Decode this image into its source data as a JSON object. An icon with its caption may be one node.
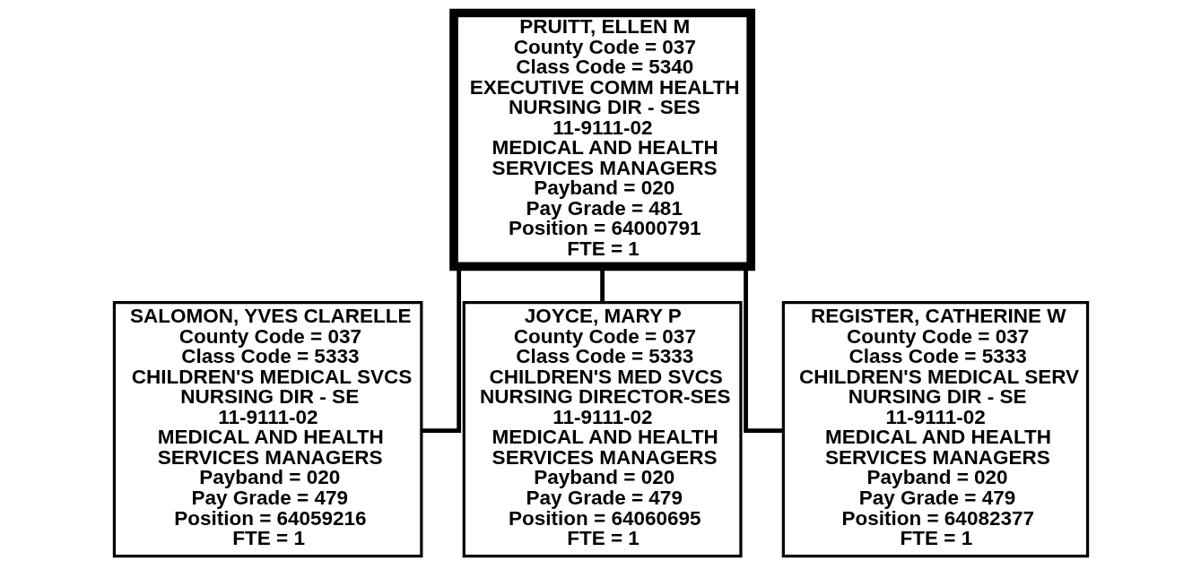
{
  "diagram": {
    "nodes": [
      {
        "text": [
          "PRUITT, ELLEN M",
          "County Code = 037",
          "Class Code = 5340",
          "EXECUTIVE COMM HEALTH NURSING DIR - SES",
          "11-9111-02",
          "MEDICAL AND HEALTH SERVICES MANAGERS",
          "Payband = 020",
          "Pay Grade = 481",
          "Position = 64000791",
          "FTE = 1"
        ]
      },
      {
        "text": [
          "SALOMON, YVES CLARELLE",
          "County Code = 037",
          "Class Code = 5333",
          "CHILDREN'S MEDICAL SVCS NURSING DIR - SE",
          "11-9111-02",
          "MEDICAL AND HEALTH SERVICES MANAGERS",
          "Payband = 020",
          "Pay Grade = 479",
          "Position = 64059216",
          "FTE = 1"
        ]
      },
      {
        "text": [
          "JOYCE, MARY P",
          "County Code = 037",
          "Class Code = 5333",
          "CHILDREN'S MED SVCS NURSING DIRECTOR-SES",
          "11-9111-02",
          "MEDICAL AND HEALTH SERVICES MANAGERS",
          "Payband = 020",
          "Pay Grade = 479",
          "Position = 64060695",
          "FTE = 1"
        ]
      },
      {
        "text": [
          "REGISTER, CATHERINE W",
          "County Code = 037",
          "Class Code = 5333",
          "CHILDREN'S MEDICAL SERV NURSING DIR - SE",
          "11-9111-02",
          "MEDICAL AND HEALTH SERVICES MANAGERS",
          "Payband = 020",
          "Pay Grade = 479",
          "Position = 64082377",
          "FTE = 1"
        ]
      }
    ],
    "edges": [
      {
        "from": 0,
        "to": 1,
        "arrow": "none"
      },
      {
        "from": 0,
        "to": 2,
        "arrow": "none"
      },
      {
        "from": 0,
        "to": 3,
        "arrow": "none"
      }
    ]
  }
}
